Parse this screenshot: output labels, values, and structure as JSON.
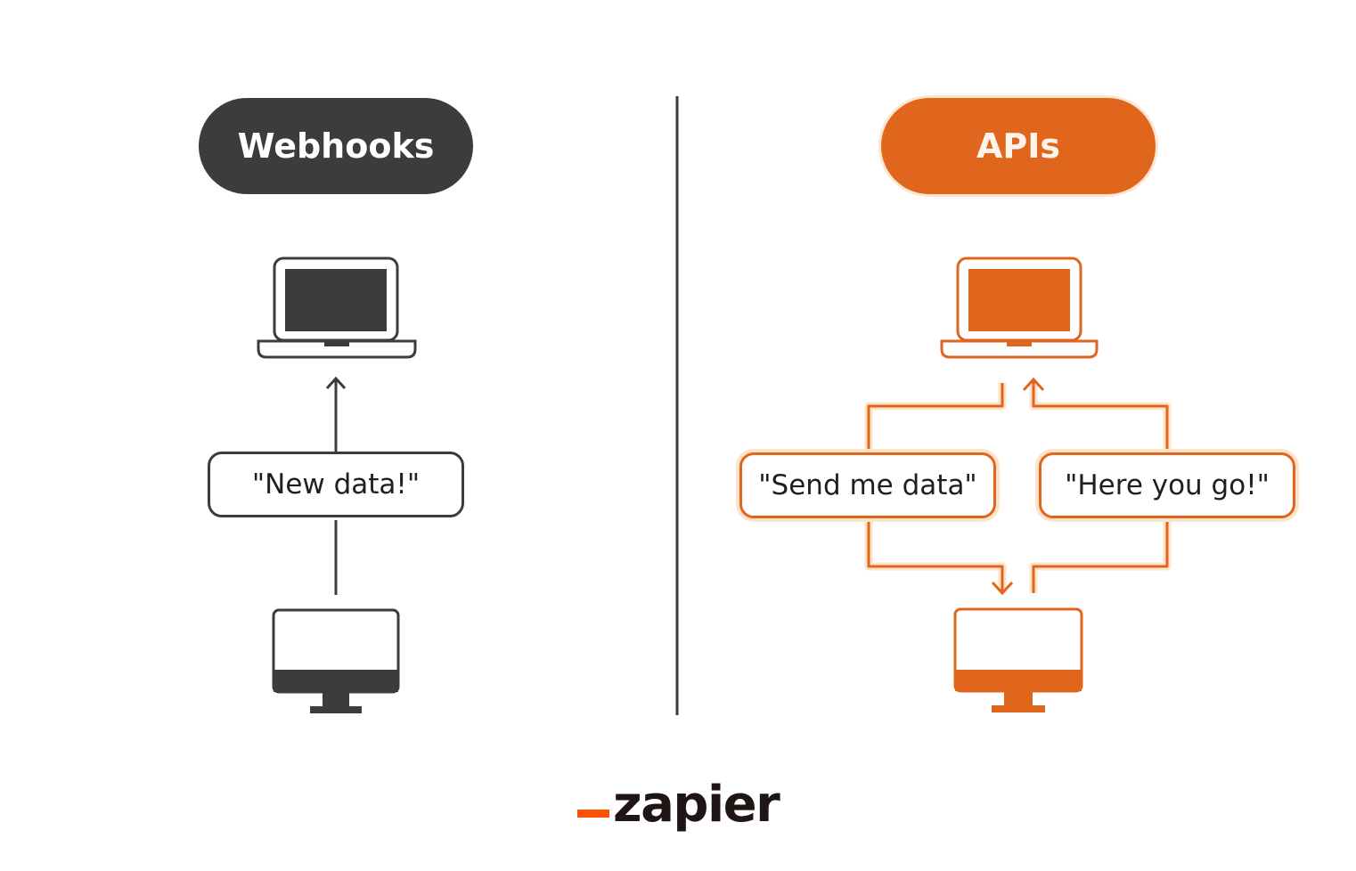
{
  "left_panel": {
    "title": "Webhooks",
    "message": "\"New data!\"",
    "color": "#3d3c3a"
  },
  "right_panel": {
    "title": "APIs",
    "request_message": "\"Send me data\"",
    "response_message": "\"Here you go!\"",
    "color": "#e0661e",
    "glow_color": "#fde4c9"
  },
  "brand": {
    "wordmark": "zapier",
    "accent_color": "#ff4f00"
  },
  "icons": [
    "laptop-icon",
    "desktop-monitor-icon",
    "arrow-up-icon",
    "arrow-down-icon"
  ]
}
